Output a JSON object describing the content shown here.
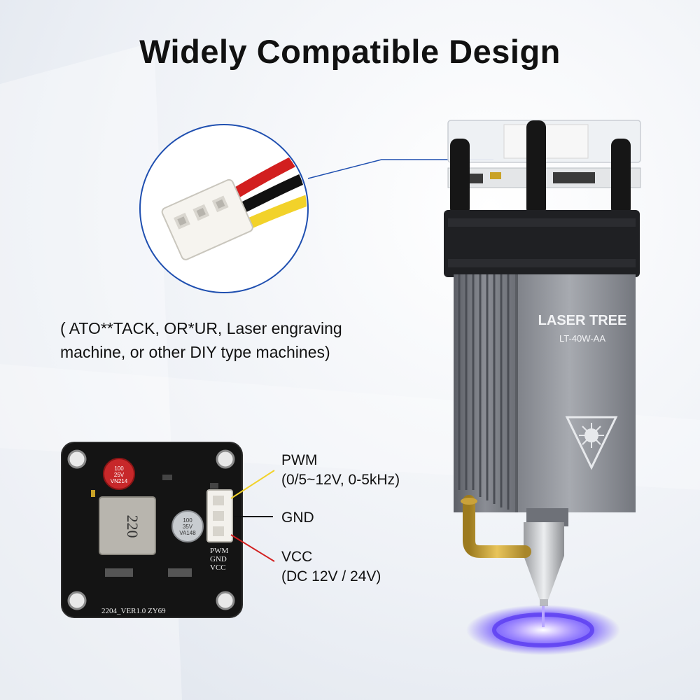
{
  "title": "Widely Compatible Design",
  "compatibility_note": {
    "line1": "( ATO**TACK, OR*UR, Laser engraving",
    "line2": "machine, or other DIY type machines)"
  },
  "pins": {
    "pwm": {
      "name": "PWM",
      "spec": "(0/5~12V, 0-5kHz)"
    },
    "gnd": {
      "name": "GND"
    },
    "vcc": {
      "name": "VCC",
      "spec": "(DC 12V / 24V)"
    }
  },
  "laser_module": {
    "brand": "LASER TREE",
    "model": "LT-40W-AA"
  },
  "driver_board": {
    "inductor": "220",
    "capacitor_1": [
      "100",
      "25V",
      "VN214"
    ],
    "capacitor_2": [
      "100",
      "35V",
      "VA148"
    ],
    "silk_pins": [
      "PWM",
      "GND",
      "VCC"
    ],
    "version": "2204_VER1.0  ZY69"
  },
  "colors": {
    "pwm_wire": "#f2d22a",
    "gnd_wire": "#111111",
    "vcc_wire": "#d21f1f",
    "callout": "#1f4fb0",
    "laser_glow": "#6a4cff"
  }
}
